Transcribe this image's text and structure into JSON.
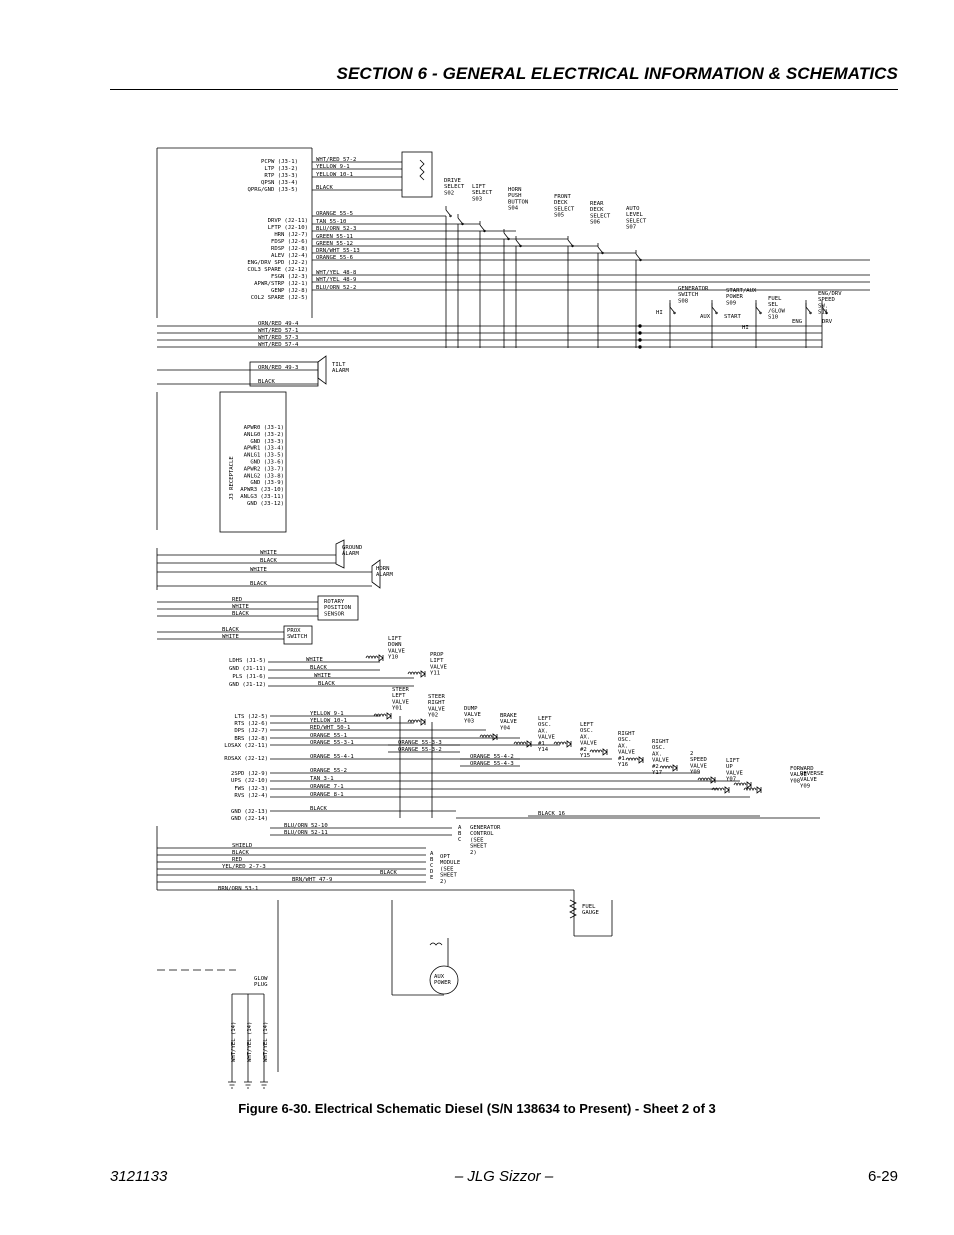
{
  "header": {
    "section_title": "SECTION 6 - GENERAL ELECTRICAL INFORMATION & SCHEMATICS"
  },
  "caption": "Figure 6-30.  Electrical Schematic Diesel (S/N 138634 to Present) - Sheet 2 of 3",
  "footer": {
    "doc_number": "3121133",
    "center": "– JLG Sizzor –",
    "page": "6-29"
  },
  "schematic": {
    "pins_top": [
      "PCPW (J3-1)",
      "LTP (J3-2)",
      "RTP (J3-3)",
      "QPSN (J3-4)",
      "QPRG/GND (J3-5)"
    ],
    "wires_top": [
      "WHT/RED 57-2",
      "YELLOW 9-1",
      "YELLOW 10-1",
      "BLACK"
    ],
    "pins_j2": [
      "DRVP (J2-11)",
      "LFTP (J2-10)",
      "HRN (J2-7)",
      "FDSP (J2-6)",
      "RDSP (J2-8)",
      "ALEV (J2-4)",
      "ENG/DRV SPD (J2-2)",
      "COL3 SPARE (J2-12)",
      "FSGN (J2-3)",
      "APWR/STRP (J2-1)",
      "GENP (J2-8)",
      "COL2 SPARE (J2-5)"
    ],
    "wires_j2": [
      "ORANGE 55-5",
      "TAN 55-10",
      "BLU/ORN 52-3",
      "GREEN 55-11",
      "GREEN 55-12",
      "DRN/WHT 55-13",
      "ORANGE 55-6",
      "WHT/YEL 48-8",
      "WHT/YEL 48-9",
      "BLU/ORN 52-2"
    ],
    "switches": [
      "DRIVE SELECT S02",
      "LIFT SELECT S03",
      "HORN PUSH BUTTON S04",
      "FRONT DECK SELECT S05",
      "REAR DECK SELECT S06",
      "AUTO LEVEL SELECT S07",
      "GENERATOR SWITCH S08",
      "START/AUX POWER S09",
      "FUEL SEL /GLOW S10",
      "ENG/DRV SPEED SW. S11"
    ],
    "switch_positions": [
      "HI",
      "AUX",
      "START",
      "HI",
      "ENG",
      "DRV"
    ],
    "wires_mid": [
      "ORN/RED 49-4",
      "WHT/RED 57-1",
      "WHT/RED 57-3",
      "WHT/RED 57-4",
      "ORN/RED 49-3",
      "BLACK"
    ],
    "tilt_alarm": "TILT ALARM",
    "j3_receptacle": "J3 RECEPTACLE",
    "j3_pins": [
      "APWR0 (J3-1)",
      "ANLG0 (J3-2)",
      "GND (J3-3)",
      "APWR1 (J3-4)",
      "ANLG1 (J3-5)",
      "GND (J3-6)",
      "APWR2 (J3-7)",
      "ANLG2 (J3-8)",
      "GND (J3-9)",
      "APWR3 (J3-10)",
      "ANLG3 (J3-11)",
      "GND (J3-12)"
    ],
    "ground_alarm": {
      "label": "GROUND ALARM",
      "wires": [
        "WHITE",
        "BLACK"
      ]
    },
    "horn_alarm": {
      "label": "HORN ALARM",
      "wires": [
        "WHITE",
        "BLACK"
      ]
    },
    "rotary_sensor": {
      "label": "ROTARY POSITION SENSOR",
      "wires": [
        "RED",
        "WHITE",
        "BLACK"
      ]
    },
    "prox_switch": {
      "label": "PROX SWITCH",
      "wires": [
        "BLACK",
        "WHITE"
      ]
    },
    "j1_pins": [
      "LDHS (J1-5)",
      "GND (J1-11)",
      "PLS (J1-6)",
      "GND (J1-12)"
    ],
    "j1_wires": [
      "WHITE",
      "BLACK",
      "WHITE",
      "BLACK"
    ],
    "lift_down_valve": "LIFT DOWN VALVE Y10",
    "prop_lift_valve": "PROP LIFT VALVE Y11",
    "valve_pins": [
      "LTS (J2-5)",
      "RTS (J2-6)",
      "DPS (J2-7)",
      "BRS (J2-8)",
      "LOSAX (J2-11)",
      "ROSAX (J2-12)",
      "2SPD (J2-9)",
      "UPS (J2-10)",
      "FWS (J2-3)",
      "RVS (J2-4)",
      "GND (J2-13)",
      "GND (J2-14)"
    ],
    "valve_wires": [
      "YELLOW 9-1",
      "YELLOW 10-1",
      "RED/WHT 50-1",
      "ORANGE 55-1",
      "ORANGE 55-3-1",
      "ORANGE 55-4-1",
      "ORANGE 55-2",
      "TAN 3-1",
      "ORANGE 7-1",
      "ORANGE 8-1",
      "BLACK"
    ],
    "valve_sub_wires": [
      "ORANGE 55-3-3",
      "ORANGE 55-3-2",
      "ORANGE 55-4-2",
      "ORANGE 55-4-3",
      "BLACK 16"
    ],
    "valves": [
      "STEER LEFT VALVE Y01",
      "STEER RIGHT VALVE Y02",
      "DUMP VALVE Y03",
      "BRAKE VALVE Y04",
      "LEFT OSC. AX. VALVE #1 Y14",
      "LEFT OSC. AX. VALVE #2 Y15",
      "RIGHT OSC. AX. VALVE #1 Y16",
      "RIGHT OSC. AX. VALVE #2 Y17",
      "2 SPEED VALVE Y09",
      "LIFT UP VALVE Y07",
      "FORWARD VALVE Y08",
      "REVERSE VALVE Y09"
    ],
    "gen_wires": [
      "BLU/ORN 52-10",
      "BLU/ORN 52-11"
    ],
    "gen_control": {
      "pins": [
        "A",
        "B",
        "C"
      ],
      "label": "GENERATOR CONTROL (SEE SHEET 2)"
    },
    "opt_wires": [
      "SHIELD",
      "BLACK",
      "RED",
      "YEL/RED 2-7-3",
      "BRN/WHT 47-9",
      "BLACK"
    ],
    "opt_module": {
      "pins": [
        "A",
        "B",
        "C",
        "D",
        "E"
      ],
      "label": "OPT MODULE (SEE SHEET 2)"
    },
    "fuel_wire": "BRN/ORN 53-1",
    "fuel_gauge": "FUEL GAUGE",
    "aux_power": "AUX POWER",
    "glow_plug": "GLOW PLUG",
    "glow_wires": [
      "WHT/YEL (14)",
      "WHT/YEL (14)",
      "WHT/YEL (14)"
    ]
  }
}
